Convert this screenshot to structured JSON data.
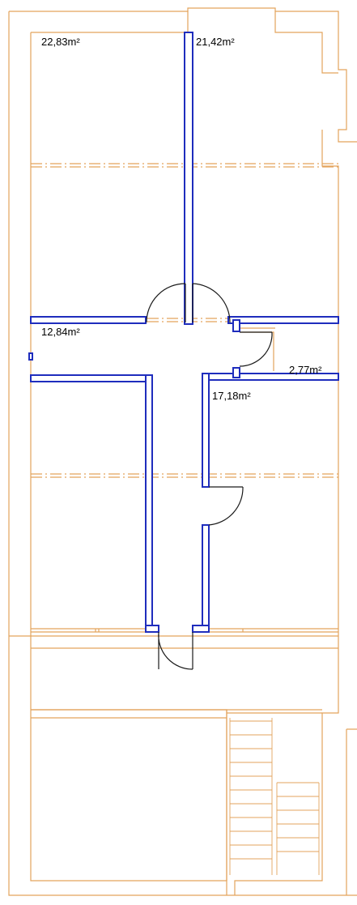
{
  "colors": {
    "outline": "#e3a35c",
    "partition": "#1f2dbd",
    "partition_inner": "#ffffff",
    "door": "#1a1a1a",
    "text": "#000000",
    "background": "#ffffff"
  },
  "rooms": [
    {
      "id": "room-top-left",
      "area_label": "22,83m²"
    },
    {
      "id": "room-top-right",
      "area_label": "21,42m²"
    },
    {
      "id": "room-middle-left",
      "area_label": "12,84m²"
    },
    {
      "id": "room-bathroom",
      "area_label": "2,77m²"
    },
    {
      "id": "room-middle-right",
      "area_label": "17,18m²"
    }
  ],
  "elements": {
    "staircase": {
      "name": "staircase"
    },
    "doors": [
      {
        "name": "door-top-left"
      },
      {
        "name": "door-top-right"
      },
      {
        "name": "door-bathroom"
      },
      {
        "name": "door-middle-right"
      },
      {
        "name": "door-corridor"
      }
    ]
  }
}
